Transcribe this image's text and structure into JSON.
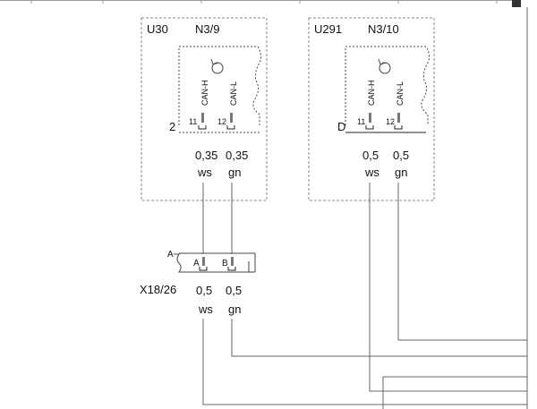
{
  "modules": [
    {
      "id": "U30",
      "ref": "N3/9",
      "connector": "2",
      "pins": [
        {
          "num": "11",
          "signal": "CAN-H",
          "size": "0,35",
          "color": "ws"
        },
        {
          "num": "12",
          "signal": "CAN-L",
          "size": "0,35",
          "color": "gn"
        }
      ]
    },
    {
      "id": "U291",
      "ref": "N3/10",
      "connector": "D",
      "pins": [
        {
          "num": "11",
          "signal": "CAN-H",
          "size": "0,5",
          "color": "ws"
        },
        {
          "num": "12",
          "signal": "CAN-L",
          "size": "0,5",
          "color": "gn"
        }
      ]
    }
  ],
  "junction": {
    "ref": "X18/26",
    "connector": "A",
    "pins": [
      {
        "num": "A",
        "size": "0,5",
        "color": "ws"
      },
      {
        "num": "B",
        "size": "0,5",
        "color": "gn"
      }
    ]
  }
}
